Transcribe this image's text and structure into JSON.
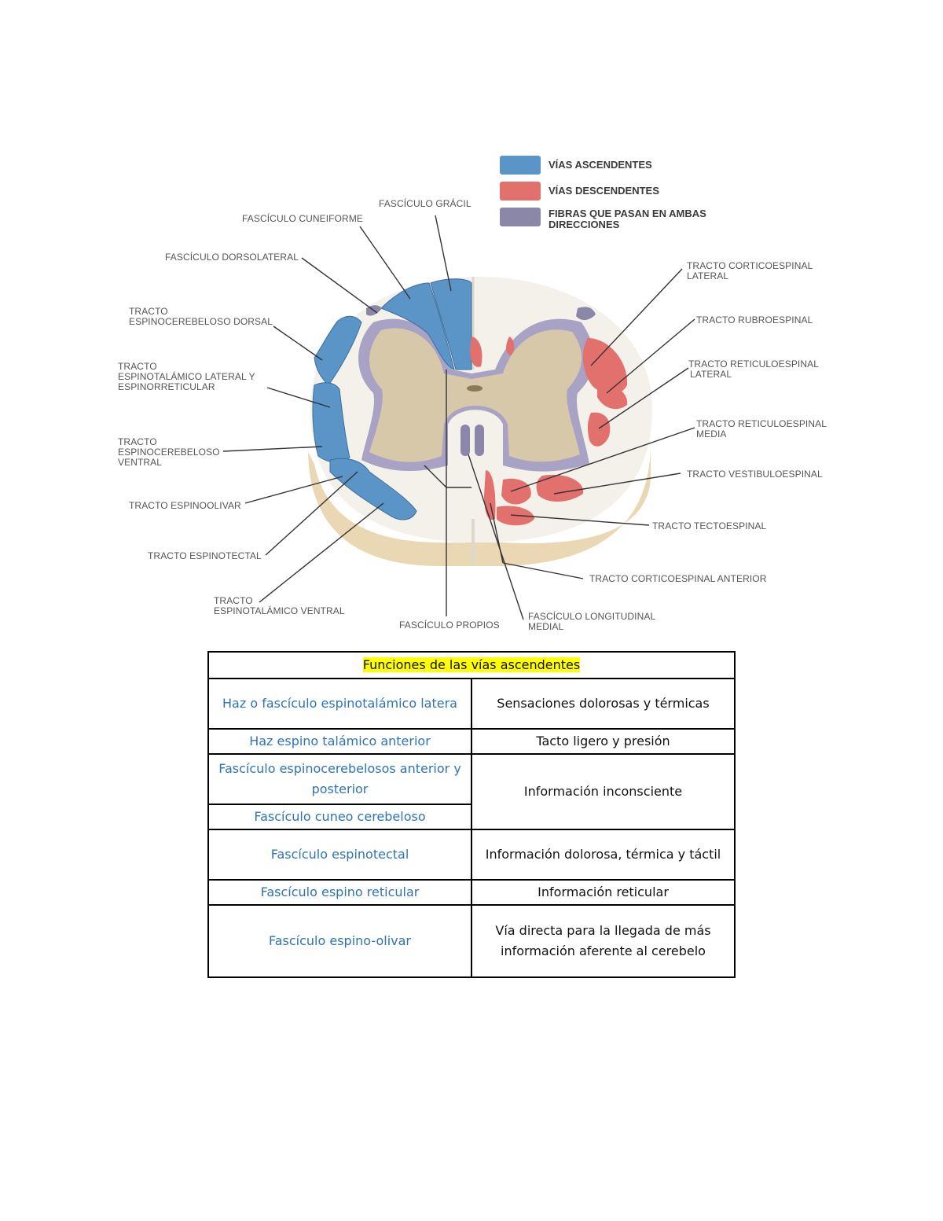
{
  "legend": [
    {
      "text": "VÍAS ASCENDENTES",
      "color": "#5b94c6"
    },
    {
      "text": "VÍAS DESCENDENTES",
      "color": "#e2716e"
    },
    {
      "text_lines": [
        "FIBRAS QUE PASAN EN AMBAS",
        "DIRECCIONES"
      ],
      "color": "#8a87a8"
    }
  ],
  "labels": {
    "fasciculo_gracil": "FASCÍCULO GRÁCIL",
    "fasciculo_cuneiforme": "FASCÍCULO CUNEIFORME",
    "fasciculo_dorsolateral": "FASCÍCULO DORSOLATERAL",
    "espinocerebeloso_dorsal": [
      "TRACTO",
      "ESPINOCEREBELOSO DORSAL"
    ],
    "espinotalamico_lateral": [
      "TRACTO",
      "ESPINOTALÁMICO LATERAL Y",
      "ESPINORRETICULAR"
    ],
    "espinocerebeloso_ventral": [
      "TRACTO",
      "ESPINOCEREBELOSO",
      "VENTRAL"
    ],
    "espinoolivar": "TRACTO ESPINOOLIVAR",
    "espinotectal": "TRACTO ESPINOTECTAL",
    "espinotalamico_ventral": [
      "TRACTO",
      "ESPINOTALÁMICO VENTRAL"
    ],
    "fasciculo_propios": "FASCÍCULO PROPIOS",
    "longitudinal_medial": [
      "FASCÍCULO LONGITUDINAL",
      "MEDIAL"
    ],
    "corticoespinal_anterior": "TRACTO CORTICOESPINAL ANTERIOR",
    "tectoespinal": "TRACTO TECTOESPINAL",
    "vestibuloespinal": "TRACTO VESTIBULOESPINAL",
    "reticuloespinal_media": [
      "TRACTO RETICULOESPINAL",
      "MEDIA"
    ],
    "reticuloespinal_lateral": [
      "TRACTO RETICULOESPINAL",
      "LATERAL"
    ],
    "rubroespinal": "TRACTO RUBROESPINAL",
    "corticoespinal_lateral": [
      "TRACTO CORTICOESPINAL",
      "LATERAL"
    ]
  },
  "table": {
    "header": "Funciones de las vías ascendentes",
    "rows": [
      {
        "left": "Haz o fascículo espinotalámico latera",
        "right": "Sensaciones dolorosas y térmicas"
      },
      {
        "left": "Haz espino talámico anterior",
        "right": "Tacto ligero y presión"
      },
      {
        "left": "Fascículo espinocerebelosos anterior y posterior",
        "right": "Información inconsciente"
      },
      {
        "left": "Fascículo cuneo cerebeloso"
      },
      {
        "left": "Fascículo espinotectal",
        "right": "Información dolorosa, térmica y táctil"
      },
      {
        "left": "Fascículo espino reticular",
        "right": "Información reticular"
      },
      {
        "left": "Fascículo espino-olivar",
        "right": "Vía directa para la llegada de más información aferente al cerebelo"
      }
    ]
  }
}
